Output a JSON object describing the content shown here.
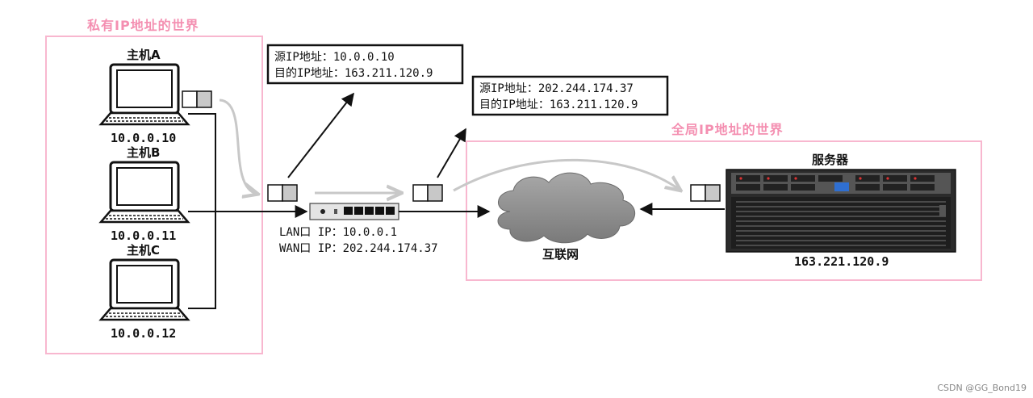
{
  "regions": {
    "private": {
      "title": "私有IP地址的世界"
    },
    "global": {
      "title": "全局IP地址的世界"
    }
  },
  "hosts": [
    {
      "name": "主机A",
      "ip": "10.0.0.10"
    },
    {
      "name": "主机B",
      "ip": "10.0.0.11"
    },
    {
      "name": "主机C",
      "ip": "10.0.0.12"
    }
  ],
  "packet_before": {
    "src_label": "源IP地址：",
    "src_value": "10.0.0.10",
    "dst_label": "目的IP地址：",
    "dst_value": "163.211.120.9"
  },
  "packet_after": {
    "src_label": "源IP地址：",
    "src_value": "202.244.174.37",
    "dst_label": "目的IP地址：",
    "dst_value": "163.211.120.9"
  },
  "router": {
    "lan_label": "LAN口 IP：",
    "lan_ip": "10.0.0.1",
    "wan_label": "WAN口 IP：",
    "wan_ip": "202.244.174.37"
  },
  "internet": {
    "label": "互联网"
  },
  "server": {
    "name": "服务器",
    "ip": "163.221.120.9"
  },
  "watermark": "CSDN @GG_Bond19",
  "colors": {
    "region_border": "#f8b7cf",
    "region_title": "#f48fb1",
    "flow_arrow": "#c8c8c8",
    "cloud": "#8f8f8f"
  }
}
